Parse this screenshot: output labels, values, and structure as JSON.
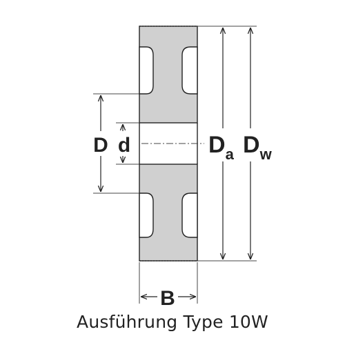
{
  "caption": "Ausführung Type 10W",
  "labels": {
    "bore_outer": "D",
    "bore_inner": "d",
    "da_main": "D",
    "da_sub": "a",
    "dw_main": "D",
    "dw_sub": "w",
    "width": "B"
  },
  "colors": {
    "hub_fill": "#d0d0d0",
    "line": "#222222",
    "text": "#222222"
  }
}
